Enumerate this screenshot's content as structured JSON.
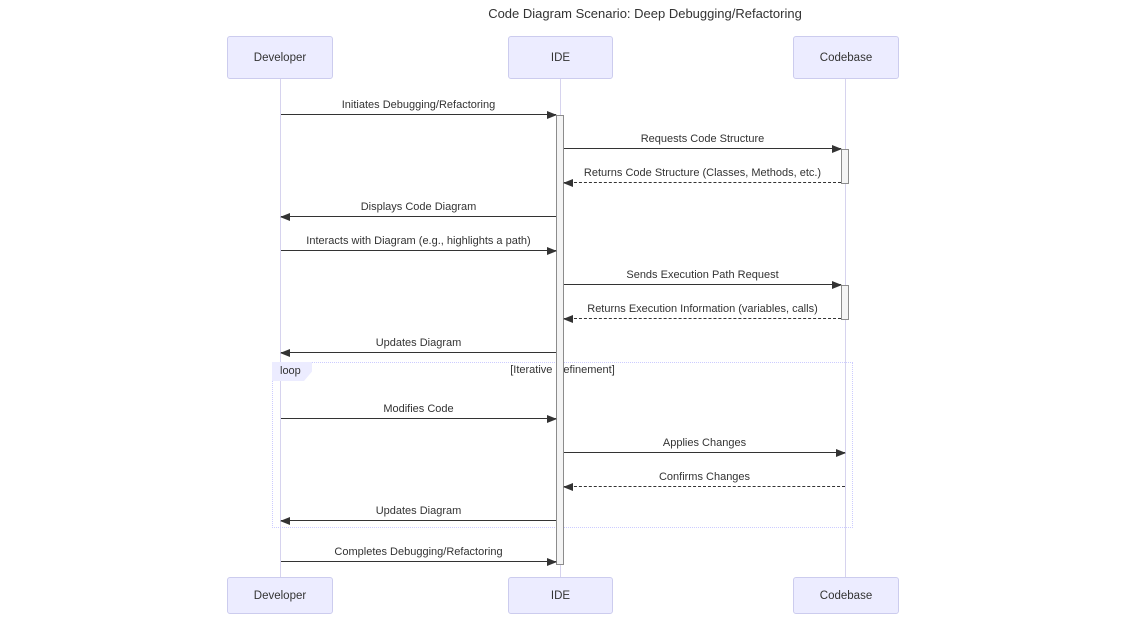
{
  "diagram": {
    "type": "sequence-diagram",
    "title": "Code Diagram Scenario: Deep Debugging/Refactoring"
  },
  "actors": {
    "developer": "Developer",
    "ide": "IDE",
    "codebase": "Codebase"
  },
  "messages": [
    {
      "from": "Developer",
      "to": "IDE",
      "label": "Initiates Debugging/Refactoring",
      "line": "solid"
    },
    {
      "from": "IDE",
      "to": "Codebase",
      "label": "Requests Code Structure",
      "line": "solid"
    },
    {
      "from": "Codebase",
      "to": "IDE",
      "label": "Returns Code Structure (Classes, Methods, etc.)",
      "line": "dashed"
    },
    {
      "from": "IDE",
      "to": "Developer",
      "label": "Displays Code Diagram",
      "line": "solid"
    },
    {
      "from": "Developer",
      "to": "IDE",
      "label": "Interacts with Diagram (e.g., highlights a path)",
      "line": "solid"
    },
    {
      "from": "IDE",
      "to": "Codebase",
      "label": "Sends Execution Path Request",
      "line": "solid"
    },
    {
      "from": "Codebase",
      "to": "IDE",
      "label": "Returns Execution Information (variables, calls)",
      "line": "dashed"
    },
    {
      "from": "IDE",
      "to": "Developer",
      "label": "Updates Diagram",
      "line": "solid"
    },
    {
      "from": "Developer",
      "to": "IDE",
      "label": "Modifies Code",
      "line": "solid",
      "in_loop": true
    },
    {
      "from": "IDE",
      "to": "Codebase",
      "label": "Applies Changes",
      "line": "solid",
      "in_loop": true
    },
    {
      "from": "Codebase",
      "to": "IDE",
      "label": "Confirms Changes",
      "line": "dashed",
      "in_loop": true
    },
    {
      "from": "IDE",
      "to": "Developer",
      "label": "Updates Diagram",
      "line": "solid",
      "in_loop": true
    },
    {
      "from": "Developer",
      "to": "IDE",
      "label": "Completes Debugging/Refactoring",
      "line": "solid"
    }
  ],
  "loop": {
    "label": "loop",
    "condition": "[Iterative Refinement]"
  },
  "colors": {
    "background": "#ffffff",
    "actor_fill": "#ECECFF",
    "actor_border": "#CCCCEE",
    "lifeline": "#d6d3ee",
    "activation_fill": "#f4f4f4",
    "activation_border": "#8c8c8c",
    "arrow": "#333333",
    "text": "#333333",
    "loop_border": "#CCCCFF",
    "loop_tab_fill": "#ECECFF"
  }
}
